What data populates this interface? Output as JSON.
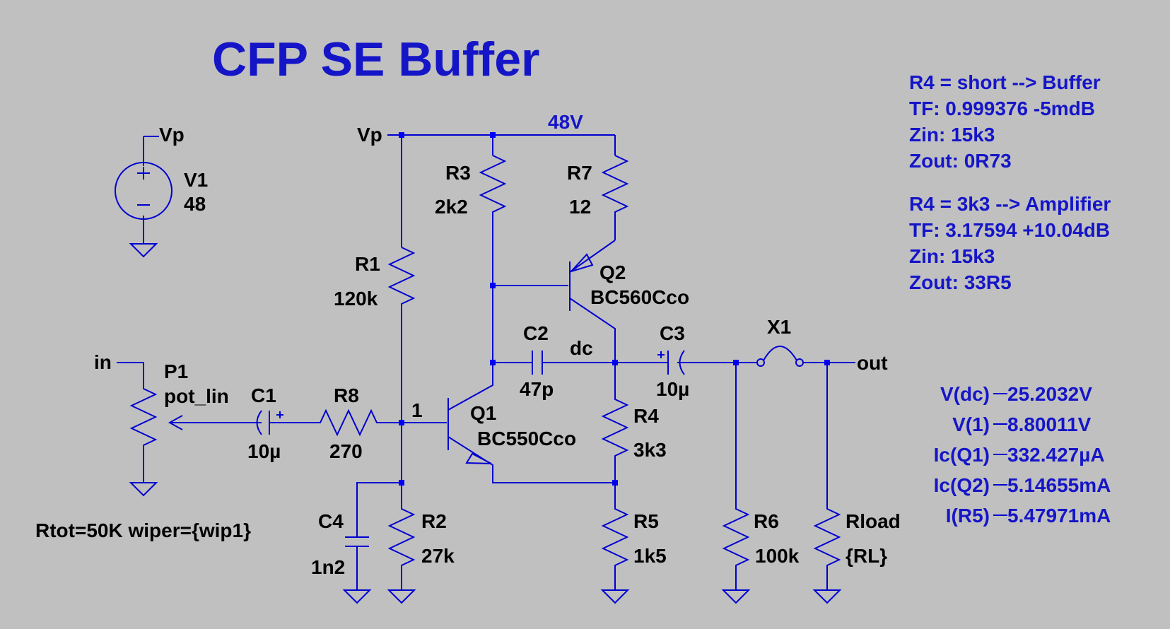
{
  "title": "CFP SE Buffer",
  "colors": {
    "background": "#c0c0c0",
    "wire": "#0000d0",
    "annotation": "#1515c8",
    "label": "#000000"
  },
  "nets": {
    "vp_label_source": "Vp",
    "vp_label_rail": "Vp",
    "rail_voltage": "48V",
    "input": "in",
    "output": "out",
    "node_dc": "dc",
    "node_1": "1"
  },
  "components": {
    "V1": {
      "name": "V1",
      "value": "48"
    },
    "R1": {
      "name": "R1",
      "value": "120k"
    },
    "R2": {
      "name": "R2",
      "value": "27k"
    },
    "R3": {
      "name": "R3",
      "value": "2k2"
    },
    "R4": {
      "name": "R4",
      "value": "3k3"
    },
    "R5": {
      "name": "R5",
      "value": "1k5"
    },
    "R6": {
      "name": "R6",
      "value": "100k"
    },
    "R7": {
      "name": "R7",
      "value": "12"
    },
    "R8": {
      "name": "R8",
      "value": "270"
    },
    "Rload": {
      "name": "Rload",
      "value": "{RL}"
    },
    "C1": {
      "name": "C1",
      "value": "10µ"
    },
    "C2": {
      "name": "C2",
      "value": "47p"
    },
    "C3": {
      "name": "C3",
      "value": "10µ"
    },
    "C4": {
      "name": "C4",
      "value": "1n2"
    },
    "Q1": {
      "name": "Q1",
      "value": "BC550Cco"
    },
    "Q2": {
      "name": "Q2",
      "value": "BC560Cco"
    },
    "P1": {
      "name": "P1",
      "value": "pot_lin",
      "params": "Rtot=50K wiper={wip1}"
    },
    "X1": {
      "name": "X1"
    }
  },
  "notes": [
    "R4 = short --> Buffer",
    "TF: 0.999376 -5mdB",
    "Zin:  15k3",
    "Zout: 0R73",
    "R4 = 3k3 --> Amplifier",
    "TF: 3.17594 +10.04dB",
    "Zin:  15k3",
    "Zout: 33R5"
  ],
  "measurements": [
    {
      "label": "V(dc)",
      "value": "25.2032V"
    },
    {
      "label": "V(1)",
      "value": "8.80011V"
    },
    {
      "label": "Ic(Q1)",
      "value": "332.427µA"
    },
    {
      "label": "Ic(Q2)",
      "value": "5.14655mA"
    },
    {
      "label": "I(R5)",
      "value": "5.47971mA"
    }
  ]
}
